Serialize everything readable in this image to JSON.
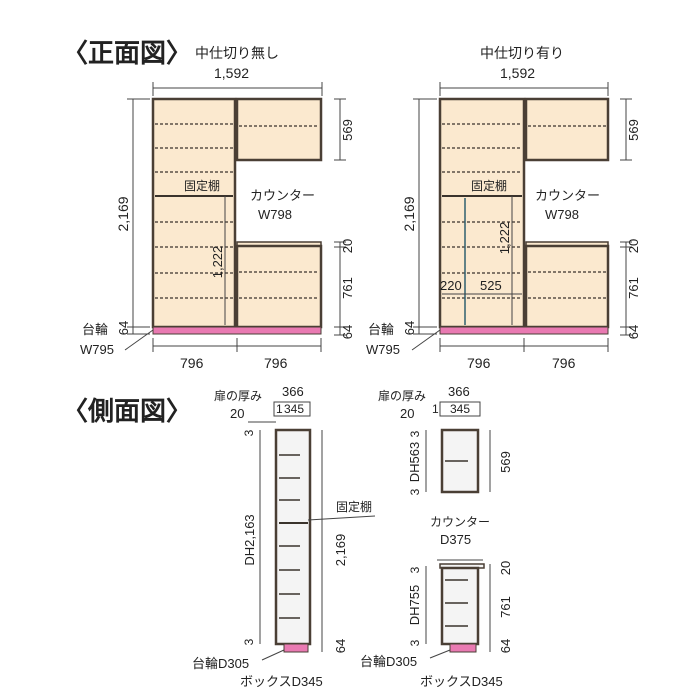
{
  "colors": {
    "panel_fill": "#fbe9cf",
    "frame": "#4a3f35",
    "shelf": "#3a332c",
    "glass_line": "#2f5f6f",
    "caster_base": "#e97ab2",
    "side_fill": "#f4f4f4",
    "dim_line": "#444444"
  },
  "front": {
    "heading": "〈正面図〉",
    "left": {
      "title": "中仕切り無し",
      "total_width": "1,592",
      "total_height": "2,169",
      "upper_height": "569",
      "fixed_shelf": "固定棚",
      "inner_height": "1,222",
      "counter_label": "カウンター",
      "counter_width": "W798",
      "counter_gap": "20",
      "counter_height": "761",
      "base_height_left": "64",
      "base_height_right": "64",
      "caster_label": "台輪",
      "caster_width": "W795",
      "width_left": "796",
      "width_right": "796"
    },
    "right": {
      "title": "中仕切り有り",
      "total_width": "1,592",
      "total_height": "2,169",
      "upper_height": "569",
      "fixed_shelf": "固定棚",
      "inner_height": "1,222",
      "partition_left": "220",
      "partition_right": "525",
      "counter_label": "カウンター",
      "counter_width": "W798",
      "counter_gap": "20",
      "counter_height": "761",
      "base_height_left": "64",
      "base_height_right": "64",
      "caster_label": "台輪",
      "caster_width": "W795",
      "width_left": "796",
      "width_right": "796"
    }
  },
  "side": {
    "heading": "〈側面図〉",
    "tall": {
      "door_thickness_label": "扉の厚み",
      "door_thickness": "20",
      "depth_total": "366",
      "depth_1": "1",
      "depth_2": "345",
      "top_gap": "3",
      "door_height": "DH2,163",
      "total_height": "2,169",
      "fixed_shelf": "固定棚",
      "bottom_gap": "3",
      "base_height": "64",
      "caster_depth": "台輪D305",
      "box_depth": "ボックスD345"
    },
    "upper": {
      "door_thickness_label": "扉の厚み",
      "door_thickness": "20",
      "depth_total": "366",
      "depth_1": "1",
      "depth_2": "345",
      "top_gap": "3",
      "door_height": "DH563",
      "bottom_gap": "3",
      "height": "569"
    },
    "counter": {
      "counter_label": "カウンター",
      "counter_depth": "D375",
      "top_gap": "3",
      "door_height": "DH755",
      "bottom_gap": "3",
      "gap": "20",
      "height": "761",
      "base_height": "64",
      "caster_depth": "台輪D305",
      "box_depth": "ボックスD345"
    }
  }
}
